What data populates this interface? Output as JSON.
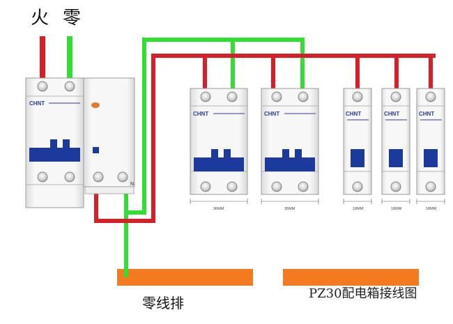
{
  "labels": {
    "live": "火",
    "neutral": "零",
    "neutral_bar": "零线排",
    "diagram_title": "PZ30配电箱接线图",
    "rcd_n": "N"
  },
  "breakers": {
    "main_brand": "CHNT",
    "two_pole": [
      {
        "brand": "CHNT",
        "width_label": "36MM"
      },
      {
        "brand": "CHNT",
        "width_label": "36MM"
      }
    ],
    "one_pole": [
      {
        "brand": "CHNT",
        "width_label": "18MM"
      },
      {
        "brand": "CHNT",
        "width_label": "18MM"
      },
      {
        "brand": "CHNT",
        "width_label": "18MM"
      }
    ]
  },
  "colors": {
    "live_wire": "#d81f26",
    "neutral_wire": "#33dd33",
    "breaker_body": "#f4f4f4",
    "toggle": "#1b3a9c",
    "busbar": "#f47a20"
  }
}
